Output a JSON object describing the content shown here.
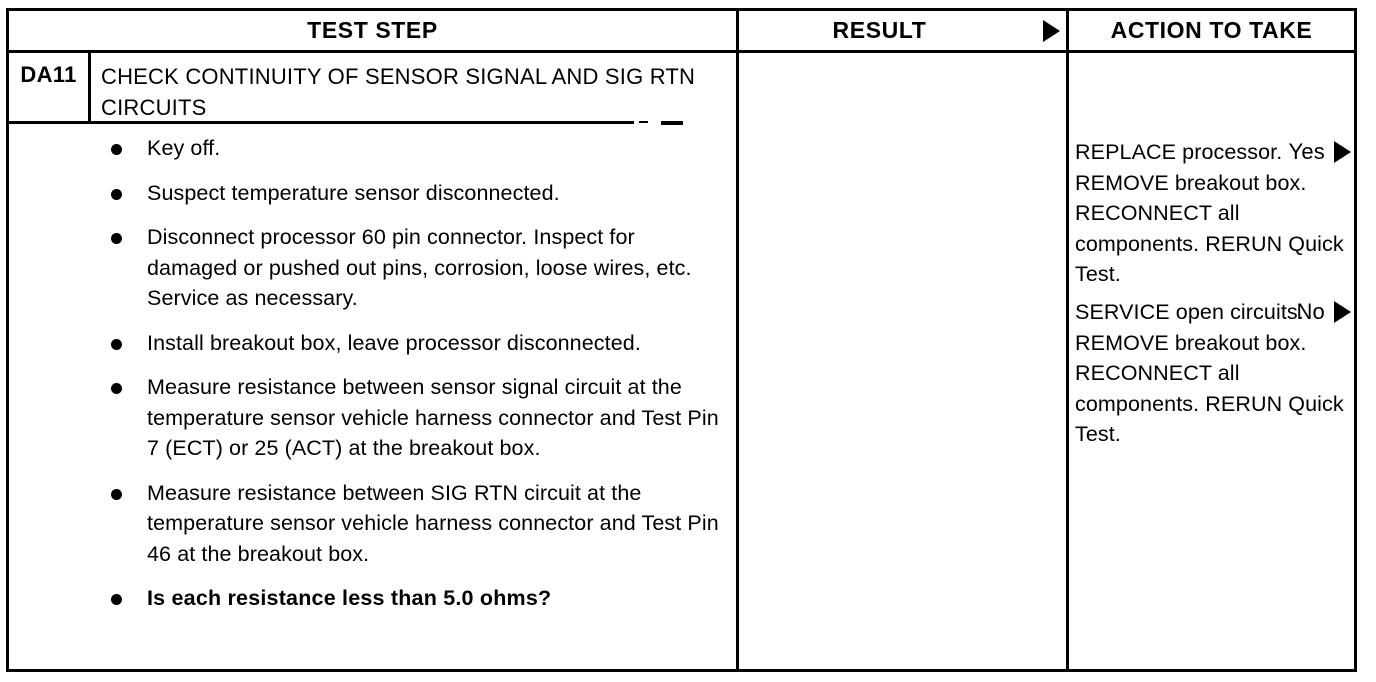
{
  "table": {
    "columns": {
      "test_step": "TEST STEP",
      "result": "RESULT",
      "action": "ACTION TO TAKE"
    },
    "step": {
      "id": "DA11",
      "title": "CHECK CONTINUITY OF SENSOR SIGNAL AND SIG RTN CIRCUITS",
      "instructions": [
        {
          "text": "Key off.",
          "emphasis": false
        },
        {
          "text": "Suspect temperature sensor disconnected.",
          "emphasis": false
        },
        {
          "text": "Disconnect processor 60 pin connector. Inspect for damaged or pushed out pins, corrosion, loose wires, etc. Service as necessary.",
          "emphasis": false
        },
        {
          "text": "Install breakout box, leave processor disconnected.",
          "emphasis": false
        },
        {
          "text": "Measure resistance between sensor signal circuit at the temperature sensor vehicle harness connector and Test Pin 7 (ECT) or 25 (ACT) at the breakout box.",
          "emphasis": false
        },
        {
          "text": "Measure resistance between SIG RTN circuit at the temperature sensor vehicle harness connector and Test Pin 46 at the breakout box.",
          "emphasis": false
        },
        {
          "text": "Is each resistance less than 5.0 ohms?",
          "emphasis": true
        }
      ],
      "branches": [
        {
          "result": "Yes",
          "action": "REPLACE processor. REMOVE breakout box. RECONNECT all components. RERUN Quick Test."
        },
        {
          "result": "No",
          "action": "SERVICE open circuits. REMOVE breakout box. RECONNECT all components. RERUN Quick Test."
        }
      ]
    }
  }
}
